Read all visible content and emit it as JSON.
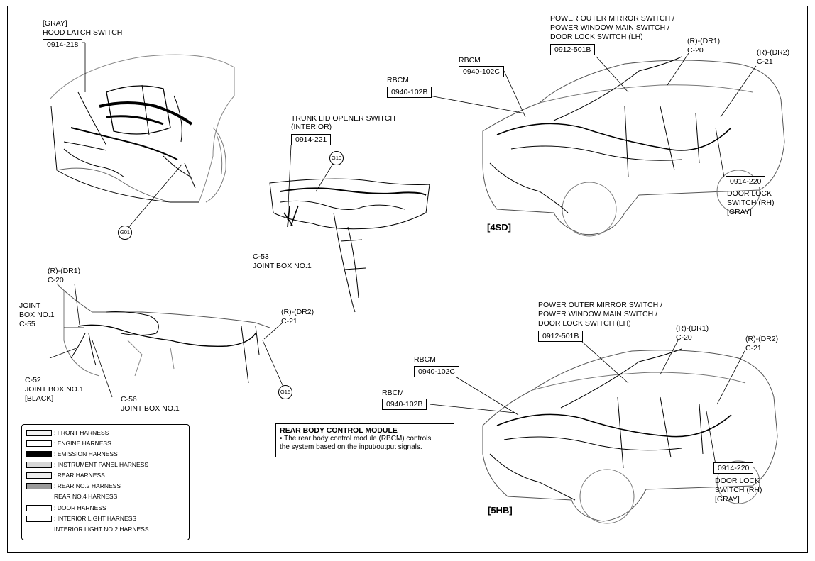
{
  "labels": {
    "hood_gray": "[GRAY]",
    "hood_name": "HOOD LATCH SWITCH",
    "hood_code": "0914-218",
    "trunk_name_1": "TRUNK LID OPENER SWITCH",
    "trunk_name_2": "(INTERIOR)",
    "trunk_code": "0914-221",
    "c53": "C-53",
    "c53_desc": "JOINT BOX NO.1",
    "pom_4sd_1": "POWER OUTER MIRROR SWITCH /",
    "pom_4sd_2": "POWER WINDOW MAIN SWITCH /",
    "pom_4sd_3": "DOOR LOCK SWITCH (LH)",
    "pom_4sd_code": "0912-501B",
    "rbcm_4sd_a": "RBCM",
    "rbcm_4sd_a_code": "0940-102C",
    "rbcm_4sd_b": "RBCM",
    "rbcm_4sd_b_code": "0940-102B",
    "dr1_4sd": "(R)-(DR1)",
    "dr1_4sd_c": "C-20",
    "dr2_4sd": "(R)-(DR2)",
    "dr2_4sd_c": "C-21",
    "dl_rh_4sd_code": "0914-220",
    "dl_rh_4sd_1": "DOOR LOCK",
    "dl_rh_4sd_2": "SWITCH (RH)",
    "dl_rh_4sd_3": "[GRAY]",
    "tag_4sd": "[4SD]",
    "left_dr1": "(R)-(DR1)",
    "left_dr1_c": "C-20",
    "joint_1": "JOINT",
    "joint_2": "BOX NO.1",
    "joint_c55": "C-55",
    "left_dr2": "(R)-(DR2)",
    "left_dr2_c": "C-21",
    "c52": "C-52",
    "c52_desc": "JOINT BOX NO.1",
    "c52_color": "[BLACK]",
    "c56": "C-56",
    "c56_desc": "JOINT BOX NO.1",
    "pom_5hb_1": "POWER OUTER MIRROR SWITCH /",
    "pom_5hb_2": "POWER WINDOW MAIN SWITCH /",
    "pom_5hb_3": "DOOR LOCK SWITCH (LH)",
    "pom_5hb_code": "0912-501B",
    "rbcm_5hb_a": "RBCM",
    "rbcm_5hb_a_code": "0940-102C",
    "rbcm_5hb_b": "RBCM",
    "rbcm_5hb_b_code": "0940-102B",
    "dr1_5hb": "(R)-(DR1)",
    "dr1_5hb_c": "C-20",
    "dr2_5hb": "(R)-(DR2)",
    "dr2_5hb_c": "C-21",
    "dl_rh_5hb_code": "0914-220",
    "dl_rh_5hb_1": "DOOR LOCK",
    "dl_rh_5hb_2": "SWITCH (RH)",
    "dl_rh_5hb_3": "[GRAY]",
    "tag_5hb": "[5HB]"
  },
  "grounds": {
    "g01": "G01",
    "g10": "G10",
    "g16": "G16"
  },
  "legend": [
    {
      "label": ": FRONT HARNESS",
      "swatch": "#f2f2f2"
    },
    {
      "label": ": ENGINE HARNESS",
      "swatch": "#ffffff"
    },
    {
      "label": ": EMISSION HARNESS",
      "swatch": "#000000"
    },
    {
      "label": ": INSTRUMENT PANEL HARNESS",
      "swatch": "#d8d8d8"
    },
    {
      "label": ": REAR HARNESS",
      "swatch": "#eeeeee"
    },
    {
      "label": ": REAR NO.2 HARNESS",
      "swatch": "#9a9a9a"
    },
    {
      "label": "REAR NO.4 HARNESS",
      "swatch": ""
    },
    {
      "label": ": DOOR HARNESS",
      "swatch": "#ffffff"
    },
    {
      "label": ": INTERIOR LIGHT HARNESS",
      "swatch": "#ffffff"
    },
    {
      "label": "INTERIOR LIGHT NO.2 HARNESS",
      "swatch": ""
    }
  ],
  "rbcm_note": {
    "title": "REAR BODY CONTROL MODULE",
    "body_1": "• The rear body control module (RBCM) controls",
    "body_2": "the system based on the input/output signals."
  }
}
